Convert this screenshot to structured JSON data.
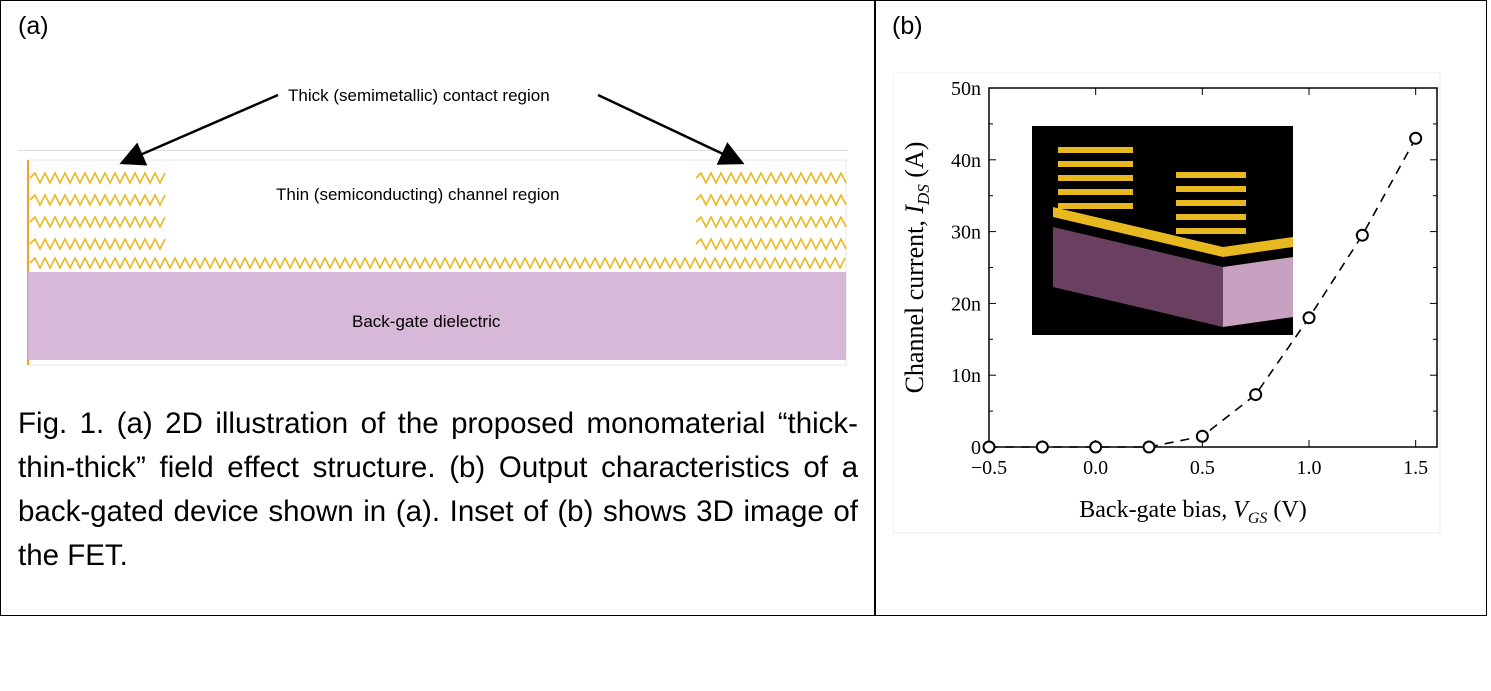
{
  "panel_a": {
    "label": "(a)",
    "contact_label": "Thick (semimetallic) contact region",
    "channel_label": "Thin (semiconducting) channel region",
    "dielectric_label": "Back-gate dielectric",
    "colors": {
      "dielectric": "#d8b8d8",
      "atoms": "#e8b820"
    }
  },
  "caption": "Fig. 1. (a) 2D illustration of the proposed monomaterial “thick-thin-thick” field effect structure. (b) Output characteristics of a back-gated device shown in (a). Inset of (b) shows 3D image of the FET.",
  "panel_b": {
    "label": "(b)"
  },
  "chart_data": {
    "type": "scatter",
    "x": [
      -0.5,
      -0.25,
      0.0,
      0.25,
      0.5,
      0.75,
      1.0,
      1.25,
      1.5
    ],
    "y": [
      0,
      0,
      0,
      0,
      1.5,
      7.3,
      18,
      29.5,
      43
    ],
    "y_unit": "nA",
    "marker": "open-circle",
    "line": "dashed",
    "xlabel": "Back-gate bias, V_GS (V)",
    "xlabel_parts": [
      "Back-gate bias, ",
      "V",
      "GS",
      " (V)"
    ],
    "ylabel_parts": [
      "Channel current, ",
      "I",
      "DS",
      " (A)"
    ],
    "xlim": [
      -0.5,
      1.6
    ],
    "ylim": [
      0,
      50
    ],
    "xticks": [
      "−0.5",
      "0.0",
      "0.5",
      "1.0",
      "1.5"
    ],
    "xtick_values": [
      -0.5,
      0,
      0.5,
      1.0,
      1.5
    ],
    "yticks": [
      "0",
      "10n",
      "20n",
      "30n",
      "40n",
      "50n"
    ],
    "ytick_values": [
      0,
      10,
      20,
      30,
      40,
      50
    ],
    "grid": false,
    "inset": "3D image of the FET"
  }
}
